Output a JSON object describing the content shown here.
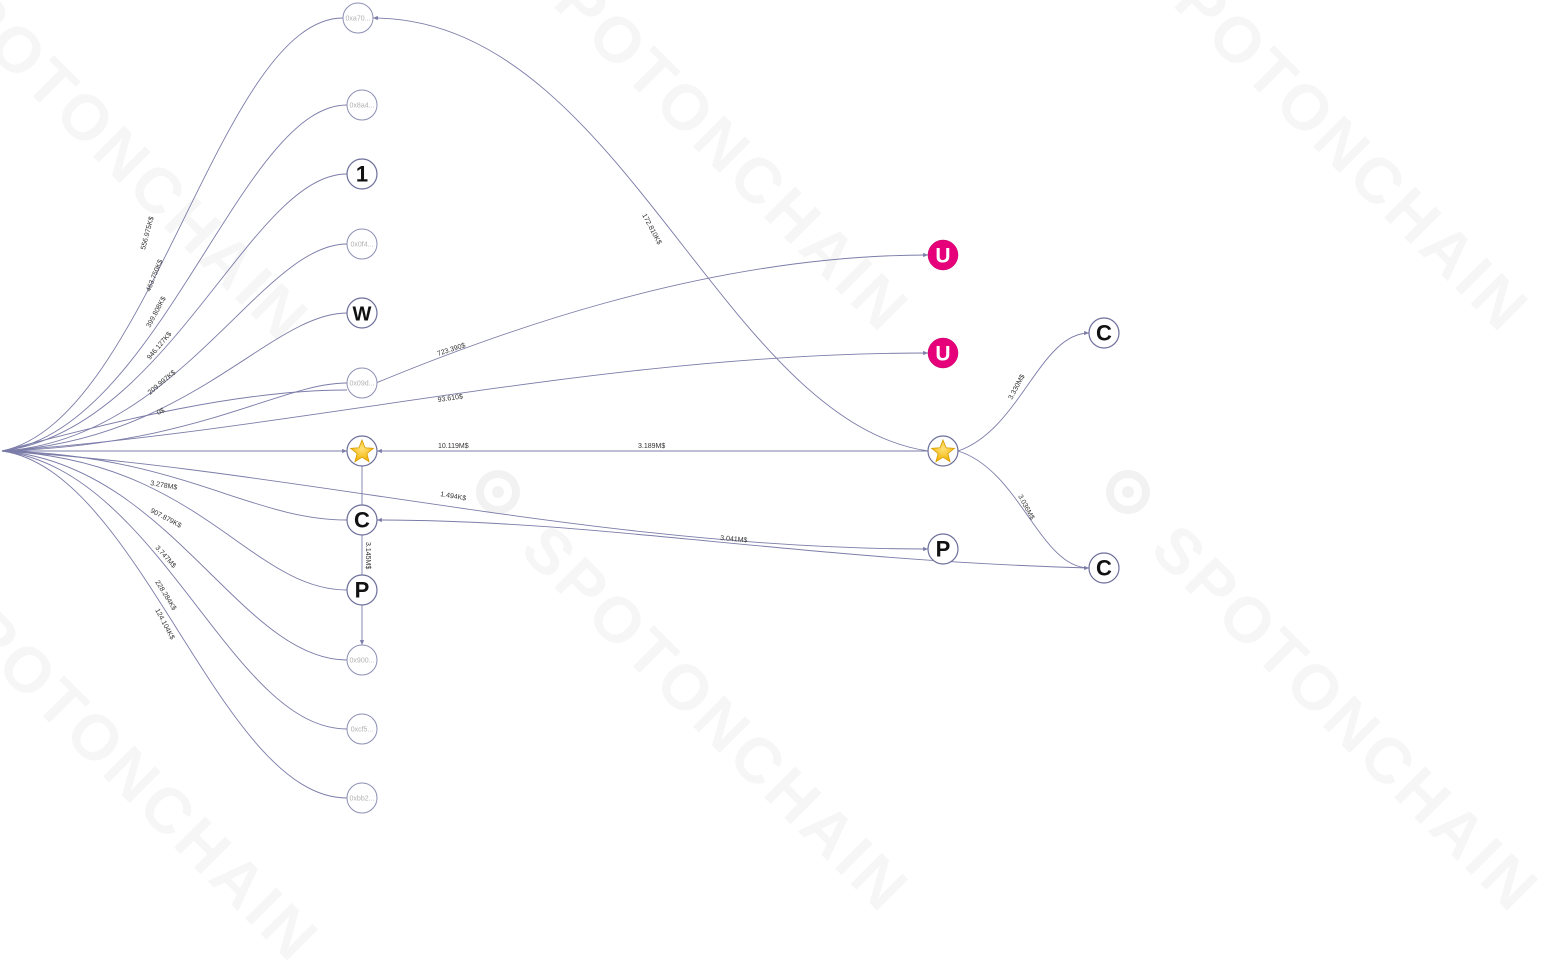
{
  "watermark": {
    "text": "SPOTONCHAIN"
  },
  "graph": {
    "nodes": [
      {
        "id": "hub",
        "kind": "hub"
      },
      {
        "id": "n_xa70",
        "kind": "address",
        "label": "0xa70..."
      },
      {
        "id": "n_x8a4",
        "kind": "address",
        "label": "0x8a4..."
      },
      {
        "id": "n_one",
        "kind": "entity",
        "label": "1"
      },
      {
        "id": "n_x0f4",
        "kind": "address",
        "label": "0x0f4..."
      },
      {
        "id": "n_w",
        "kind": "entity",
        "label": "W"
      },
      {
        "id": "n_x09d",
        "kind": "address",
        "label": "0x09d..."
      },
      {
        "id": "n_star_l",
        "kind": "star",
        "icon": "star-icon"
      },
      {
        "id": "n_c_l",
        "kind": "entity",
        "label": "C"
      },
      {
        "id": "n_p_l",
        "kind": "entity",
        "label": "P"
      },
      {
        "id": "n_x900",
        "kind": "address",
        "label": "0x900..."
      },
      {
        "id": "n_xcf5",
        "kind": "address",
        "label": "0xcf5..."
      },
      {
        "id": "n_xbb2",
        "kind": "address",
        "label": "0xbb2..."
      },
      {
        "id": "n_u1",
        "kind": "uniswap",
        "label": "U",
        "color": "#e6007a"
      },
      {
        "id": "n_u2",
        "kind": "uniswap",
        "label": "U",
        "color": "#e6007a"
      },
      {
        "id": "n_star_r",
        "kind": "star",
        "icon": "star-icon"
      },
      {
        "id": "n_p_r",
        "kind": "entity",
        "label": "P"
      },
      {
        "id": "n_c_r1",
        "kind": "entity",
        "label": "C"
      },
      {
        "id": "n_c_r2",
        "kind": "entity",
        "label": "C"
      }
    ],
    "edges": [
      {
        "from": "hub",
        "to": "n_xa70",
        "label": "556.975K$"
      },
      {
        "from": "hub",
        "to": "n_x8a4",
        "label": ""
      },
      {
        "from": "hub",
        "to": "n_one",
        "label": "463.750K$"
      },
      {
        "from": "hub",
        "to": "n_x0f4",
        "label": "399.808K$"
      },
      {
        "from": "hub",
        "to": "n_w",
        "label": "946.127K$"
      },
      {
        "from": "hub",
        "to": "n_x09d",
        "label": "209.997K$"
      },
      {
        "from": "hub",
        "to": "n_x09d",
        "label": "0$"
      },
      {
        "from": "n_x09d",
        "to": "n_u1",
        "label": "723.390$"
      },
      {
        "from": "hub",
        "to": "n_u2",
        "label": "93.610$"
      },
      {
        "from": "hub",
        "to": "n_star_l",
        "label": "10.119M$"
      },
      {
        "from": "n_star_r",
        "to": "n_star_l",
        "label": "3.189M$"
      },
      {
        "from": "n_star_r",
        "to": "n_xa70",
        "label": "172.810K$"
      },
      {
        "from": "hub",
        "to": "n_c_l",
        "label": "3.278M$"
      },
      {
        "from": "hub",
        "to": "n_p_r",
        "label": "1.494K$"
      },
      {
        "from": "n_c_r2",
        "to": "n_c_l",
        "label": "3.041M$"
      },
      {
        "from": "n_star_l",
        "to": "n_c_l",
        "label": ""
      },
      {
        "from": "n_c_l",
        "to": "n_p_l",
        "label": "3.145M$"
      },
      {
        "from": "n_p_l",
        "to": "n_x900",
        "label": ""
      },
      {
        "from": "hub",
        "to": "n_p_l",
        "label": "907.879K$"
      },
      {
        "from": "hub",
        "to": "n_x900",
        "label": "3.747M$"
      },
      {
        "from": "hub",
        "to": "n_xcf5",
        "label": "228.284K$"
      },
      {
        "from": "hub",
        "to": "n_xbb2",
        "label": "124.104K$"
      },
      {
        "from": "n_star_r",
        "to": "n_c_r1",
        "label": "3.330M$"
      },
      {
        "from": "n_star_r",
        "to": "n_c_r2",
        "label": "3.036M$"
      }
    ]
  }
}
